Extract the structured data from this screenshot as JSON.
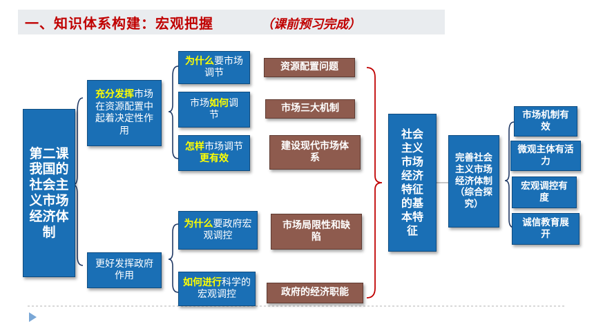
{
  "title": {
    "main": "一、知识体系构建：宏观把握",
    "sub": "（课前预习完成）"
  },
  "lesson": "第二课我国的社会主义市场经济体制",
  "branch1": {
    "label_hl": "充分发挥",
    "label_rest": "市场在资源配置中起着决定性作用"
  },
  "branch2": {
    "label": "更好发挥政府作用"
  },
  "q1": {
    "hl": "为什么",
    "rest": "要市场调节"
  },
  "q2": {
    "pre": "市场",
    "hl": "如何",
    "post": "调节"
  },
  "q3": {
    "hl1": "怎样",
    "mid": "市场调节",
    "hl2": "更有效"
  },
  "q4": {
    "hl": "为什么",
    "rest": "要政府宏观调控"
  },
  "q5": {
    "hl": "如何进行",
    "rest": "科学的宏观调控"
  },
  "a1": "资源配置问题",
  "a2": "市场三大机制",
  "a3": "建设现代市场体系",
  "a4": "市场局限性和缺陷",
  "a5": "政府的经济职能",
  "feature": "社会主义市场经济特征的基本特征",
  "perfect": "完善社会主义市场经济体制（综合探究）",
  "r1": "市场机制有效",
  "r2": "微观主体有活力",
  "r3": "宏观调控有度",
  "r4": "诚信教育展开"
}
